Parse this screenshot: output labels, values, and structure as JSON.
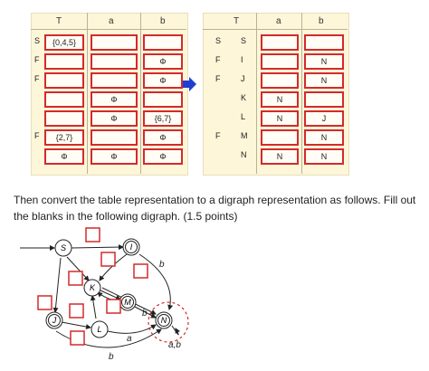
{
  "left_table": {
    "headers": [
      "T",
      "a",
      "b"
    ],
    "rows": [
      {
        "label": "S",
        "t": "{0,4,5}",
        "a": "",
        "b": ""
      },
      {
        "label": "F",
        "t": "",
        "a": "",
        "b": "Φ"
      },
      {
        "label": "F",
        "t": "",
        "a": "",
        "b": "Φ"
      },
      {
        "label": "",
        "t": "",
        "a": "Φ",
        "b": ""
      },
      {
        "label": "",
        "t": "",
        "a": "Φ",
        "b": "{6,7}"
      },
      {
        "label": "F",
        "t": "{2,7}",
        "a": "",
        "b": "Φ"
      },
      {
        "label": "",
        "t": "Φ",
        "a": "Φ",
        "b": "Φ"
      }
    ]
  },
  "right_table": {
    "headers": [
      "T",
      "a",
      "b"
    ],
    "rows": [
      {
        "label": "S",
        "t": "S",
        "a": "",
        "b": ""
      },
      {
        "label": "F",
        "t": "I",
        "a": "",
        "b": "N"
      },
      {
        "label": "F",
        "t": "J",
        "a": "",
        "b": "N"
      },
      {
        "label": "",
        "t": "K",
        "a": "N",
        "b": ""
      },
      {
        "label": "",
        "t": "L",
        "a": "N",
        "b": "J"
      },
      {
        "label": "F",
        "t": "M",
        "a": "",
        "b": "N"
      },
      {
        "label": "",
        "t": "N",
        "a": "N",
        "b": "N"
      }
    ]
  },
  "instructions": "Then convert the table representation to a digraph representation as follows. Fill out the blanks in the following digraph. (1.5 points)",
  "digraph": {
    "nodes": [
      "S",
      "I",
      "K",
      "M",
      "J",
      "L",
      "N"
    ],
    "edge_labels": [
      "b",
      "b",
      "a",
      "b",
      "a,b"
    ]
  },
  "colors": {
    "panel": "#fdf6d9",
    "blank_border": "#d42a2a",
    "arrow": "#1f3fd0"
  }
}
